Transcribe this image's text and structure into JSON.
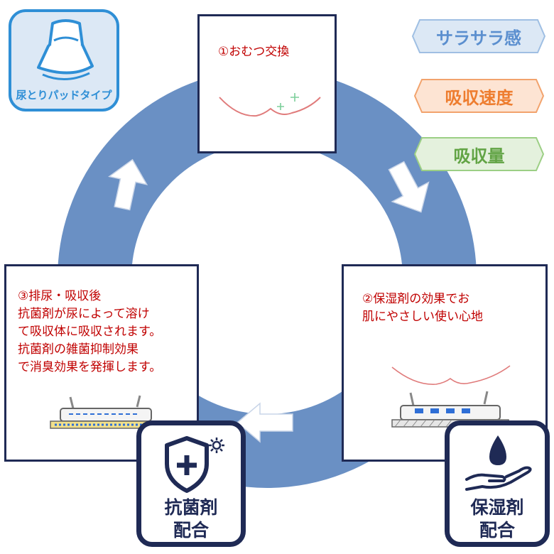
{
  "pad_type_label": "尿とりパッドタイプ",
  "tags": {
    "smooth": "サラサラ感",
    "speed": "吸収速度",
    "amount": "吸収量"
  },
  "steps": {
    "step1": "①おむつ交換",
    "step2_line1": "②保湿剤の効果でお",
    "step2_line2": "肌にやさしい使い心地",
    "step3_line1": "③排尿・吸収後",
    "step3_line2": "抗菌剤が尿によって溶け",
    "step3_line3": "て吸収体に吸収されます。",
    "step3_line4": "抗菌剤の雑菌抑制効果",
    "step3_line5": "で消臭効果を発揮します。"
  },
  "badges": {
    "antibacterial_line1": "抗菌剤",
    "antibacterial_line2": "配合",
    "moisturizer_line1": "保湿剤",
    "moisturizer_line2": "配合"
  },
  "colors": {
    "ring": "#6a90c4",
    "navy": "#1f2a55",
    "red_text": "#c00000",
    "tag_blue": "#5b8fcf",
    "tag_orange": "#ee7d2f",
    "tag_green": "#62a445"
  }
}
